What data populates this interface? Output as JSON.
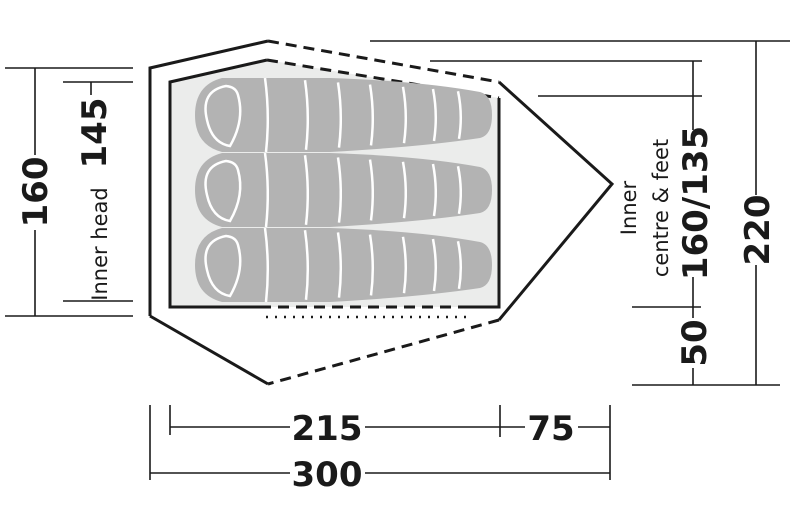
{
  "dimensions": {
    "total_length": "300",
    "inner_length": "215",
    "porch_length": "75",
    "total_width": "220",
    "outer_head_width": "160",
    "inner_head_width": "145",
    "inner_head_label": "Inner head",
    "inner_centre_feet_width": "160/135",
    "inner_label": "Inner",
    "centre_feet_label": "centre & feet",
    "porch_offset": "50"
  },
  "colors": {
    "line": "#1a1a1a",
    "inner_floor": "#ebeceb",
    "sleeping_bag": "#b3b3b3"
  },
  "sleeping_bags": 3
}
